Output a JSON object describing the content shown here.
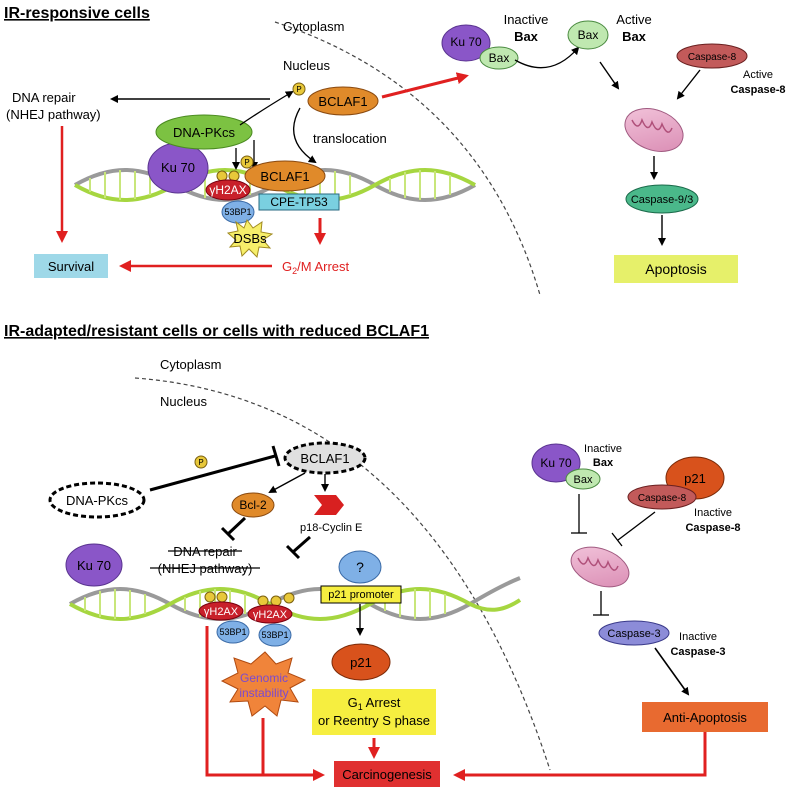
{
  "colors": {
    "red_arrow": "#e02020",
    "ku70": "#8a56c8",
    "bax": "#bfe8b0",
    "dnapkcs": "#7cc242",
    "bclaf1": "#e08a2a",
    "h2ax": "#c8202a",
    "bp53": "#7fb0e6",
    "cpe": "#7ad0e0",
    "survival": "#9ed8e8",
    "apoptosis": "#e6f06a",
    "caspase8": "#c25a5a",
    "caspase93": "#4ab88a",
    "p21": "#d8521c",
    "caspase3": "#8c8cd8",
    "carcinogenesis": "#e03030",
    "anti_apoptosis": "#e86a30",
    "g1box": "#f6ee40",
    "mito": "#e6a8c8"
  },
  "top": {
    "header": "IR-responsive cells",
    "cytoplasm": "Cytoplasm",
    "nucleus": "Nucleus",
    "dna_repair": "DNA repair",
    "nhej": "(NHEJ pathway)",
    "survival": "Survival",
    "dnapkcs": "DNA-PKcs",
    "ku70": "Ku 70",
    "bclaf1_nuc": "BCLAF1",
    "bclaf1_chrom": "BCLAF1",
    "translocation": "translocation",
    "h2ax": "γH2AX",
    "bp53": "53BP1",
    "cpe": "CPE-TP53",
    "dsbs": "DSBs",
    "g2m": "G",
    "g2m_sub": "2",
    "g2m_rest": "/M Arrest",
    "p": "P",
    "ku70_bax": "Ku 70",
    "bax_inactive": "Bax",
    "inactive_label": "Inactive",
    "inactive_bax": "Bax",
    "bax_active": "Bax",
    "active_label": "Active",
    "active_bax": "Bax",
    "caspase8": "Caspase-8",
    "active_caspase8_1": "Active",
    "active_caspase8_2": "Caspase-8",
    "caspase93": "Caspase-9/3",
    "apoptosis": "Apoptosis"
  },
  "bottom": {
    "header": "IR-adapted/resistant cells or cells with reduced BCLAF1",
    "cytoplasm": "Cytoplasm",
    "nucleus": "Nucleus",
    "dnapkcs": "DNA-PKcs",
    "bclaf1": "BCLAF1",
    "bcl2": "Bcl-2",
    "p18": "p18-Cyclin E",
    "dna_repair": "DNA repair",
    "nhej": "(NHEJ pathway)",
    "ku70": "Ku 70",
    "question": "?",
    "p21_promoter": "p21 promoter",
    "h2ax1": "γH2AX",
    "h2ax2": "γH2AX",
    "bp53_1": "53BP1",
    "bp53_2": "53BP1",
    "genomic1": "Genomic",
    "genomic2": "instability",
    "p21": "p21",
    "g1_1": "G",
    "g1_sub": "1",
    "g1_rest": " Arrest",
    "g1_2": "or Reentry S phase",
    "carcinogenesis": "Carcinogenesis",
    "ku70_bax": "Ku 70",
    "bax": "Bax",
    "inactive_bax_1": "Inactive",
    "inactive_bax_2": "Bax",
    "p21_cyto": "p21",
    "caspase8": "Caspase-8",
    "inactive_c8_1": "Inactive",
    "inactive_c8_2": "Caspase-8",
    "caspase3": "Caspase-3",
    "inactive_c3_1": "Inactive",
    "inactive_c3_2": "Caspase-3",
    "anti_apoptosis": "Anti-Apoptosis",
    "p": "P"
  }
}
